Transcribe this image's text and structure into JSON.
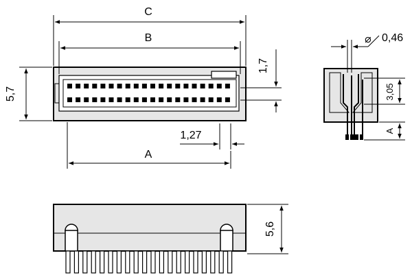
{
  "dimensions": {
    "c": "C",
    "b": "B",
    "a_top": "A",
    "pitch": "1,27",
    "height_front": "5,7",
    "offset_top": "1,7",
    "diameter": "0,46",
    "row_spacing": "3,05",
    "a_side": "A",
    "height_bottom": "5,6"
  },
  "symbols": {
    "diameter_symbol": "⌀"
  }
}
